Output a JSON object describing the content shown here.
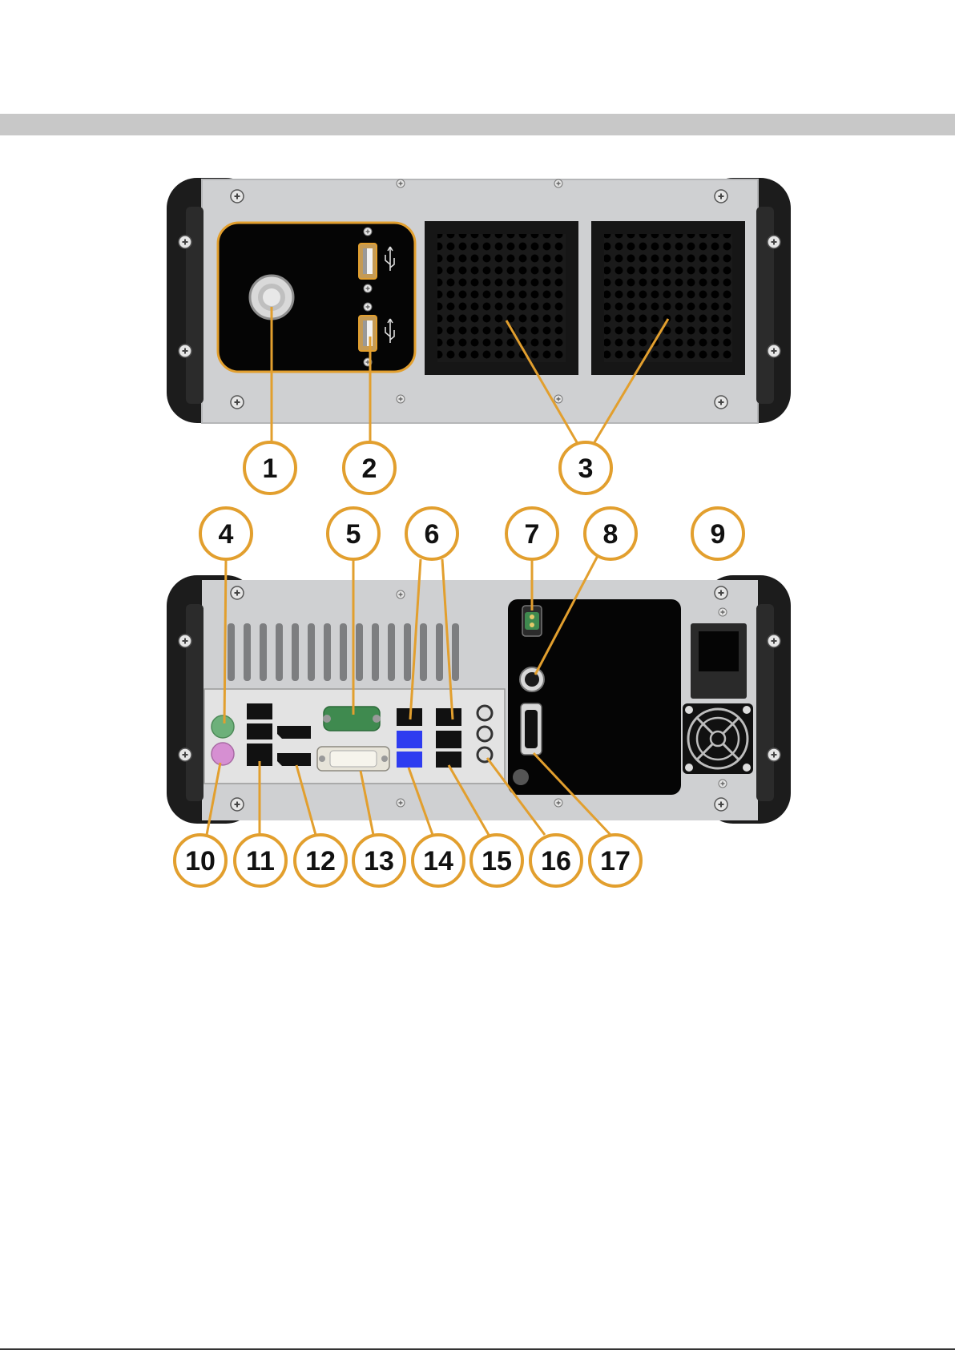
{
  "colors": {
    "accent": "#e29f2e",
    "chassis": "#cfd0d2",
    "bumper": "#1c1c1c",
    "panel": "#050505",
    "usb_blue": "#2e3cf0",
    "ps2_green": "#6db07a",
    "ps2_purple": "#d68fd2",
    "serial_green": "#3f8a4f"
  },
  "callouts": {
    "c1": "1",
    "c2": "2",
    "c3": "3",
    "c4": "4",
    "c5": "5",
    "c6": "6",
    "c7": "7",
    "c8": "8",
    "c9": "9",
    "c10": "10",
    "c11": "11",
    "c12": "12",
    "c13": "13",
    "c14": "14",
    "c15": "15",
    "c16": "16",
    "c17": "17"
  },
  "icons": {
    "usb": "usb-icon",
    "power_button": "power-button-icon",
    "fan": "fan-icon"
  }
}
